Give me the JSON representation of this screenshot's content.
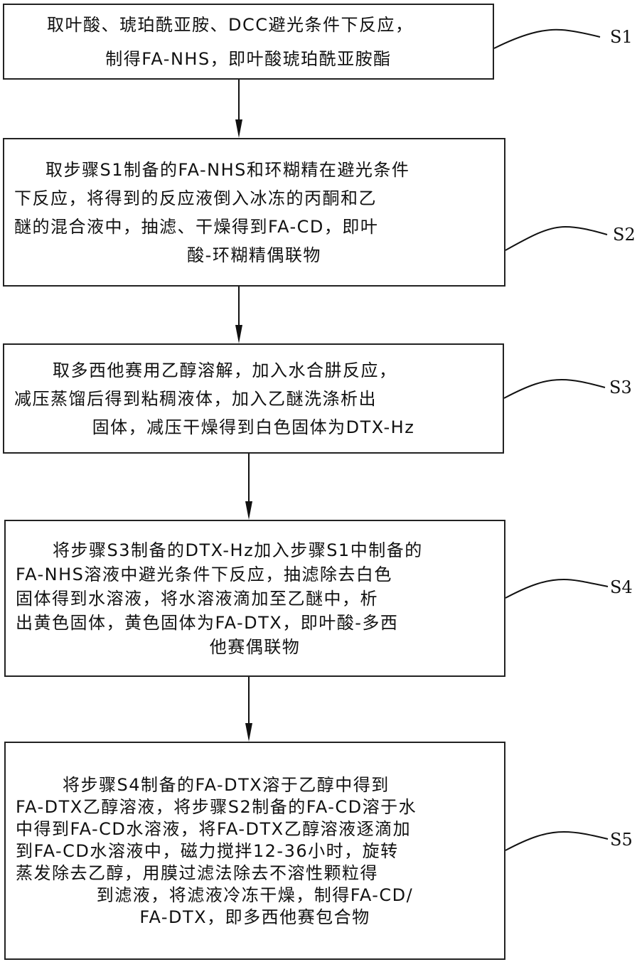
{
  "steps": [
    {
      "id": "S1",
      "lines": [
        "取叶酸、琥珀酰亚胺、DCC避光条件下反应，",
        "制得FA-NHS，即叶酸琥珀酰亚胺酯"
      ]
    },
    {
      "id": "S2",
      "lines": [
        "取步骤S1制备的FA-NHS和环糊精在避光条件",
        "下反应，将得到的反应液倒入冰冻的丙酮和乙",
        "醚的混合液中，抽滤、干燥得到FA-CD，即叶",
        "酸-环糊精偶联物"
      ]
    },
    {
      "id": "S3",
      "lines": [
        "取多西他赛用乙醇溶解，加入水合肼反应，",
        "减压蒸馏后得到粘稠液体，加入乙醚洗涤析出",
        "固体，减压干燥得到白色固体为DTX-Hz"
      ]
    },
    {
      "id": "S4",
      "lines": [
        "将步骤S3制备的DTX-Hz加入步骤S1中制备的",
        "FA-NHS溶液中避光条件下反应，抽滤除去白色",
        "固体得到水溶液，将水溶液滴加至乙醚中，析",
        "出黄色固体，黄色固体为FA-DTX，即叶酸-多西",
        "他赛偶联物"
      ]
    },
    {
      "id": "S5",
      "lines": [
        "将步骤S4制备的FA-DTX溶于乙醇中得到",
        "FA-DTX乙醇溶液，将步骤S2制备的FA-CD溶于水",
        "中得到FA-CD水溶液，将FA-DTX乙醇溶液逐滴加",
        "到FA-CD水溶液中，磁力搅拌12-36小时，旋转",
        "蒸发除去乙醇，用膜过滤法除去不溶性颗粒得",
        "到滤液，将滤液冷冻干燥，制得FA-CD/",
        "FA-DTX，即多西他赛包合物"
      ]
    }
  ]
}
